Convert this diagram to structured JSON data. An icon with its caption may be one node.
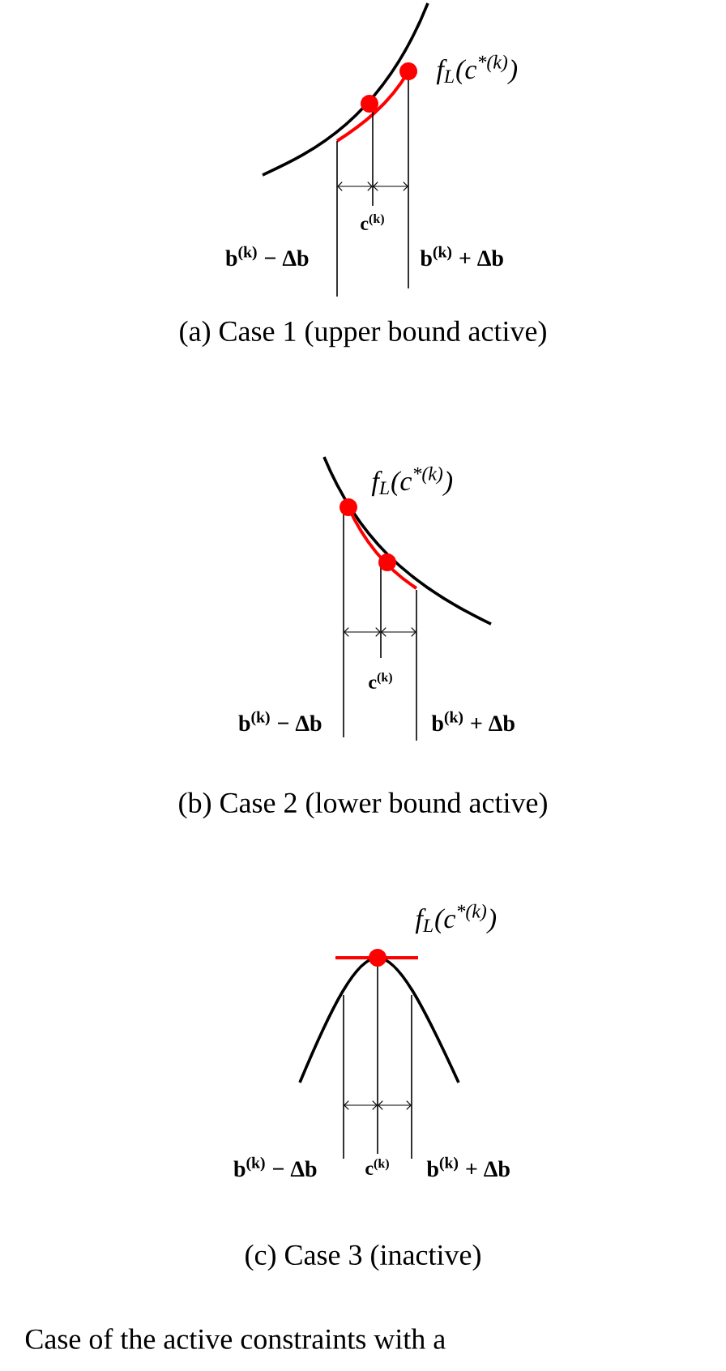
{
  "diagram": {
    "caption": "Case of the active constraints with a",
    "labels": [
      "f$_{L}$(c$^{*(k)}$)",
      "c$^{(k)}$",
      "b$^{(k)}$ − Δb",
      "b$^{(k)}$ + Δb",
      "(a)  Case 1 (upper bound active)",
      "f$_{L}$(c$^{*(k)}$)",
      "c$^{(k)}$",
      "b$^{(k)}$ − Δb",
      "b$^{(k)}$ + Δb",
      "(b)  Case 2 (lower bound active)",
      "f$_{L}$(c$^{*(k)}$)",
      "b$^{(k)}$ − Δb",
      "c$^{(k)}$",
      "b$^{(k)}$ + Δb",
      "(c)  Case 3 (inactive)"
    ]
  }
}
